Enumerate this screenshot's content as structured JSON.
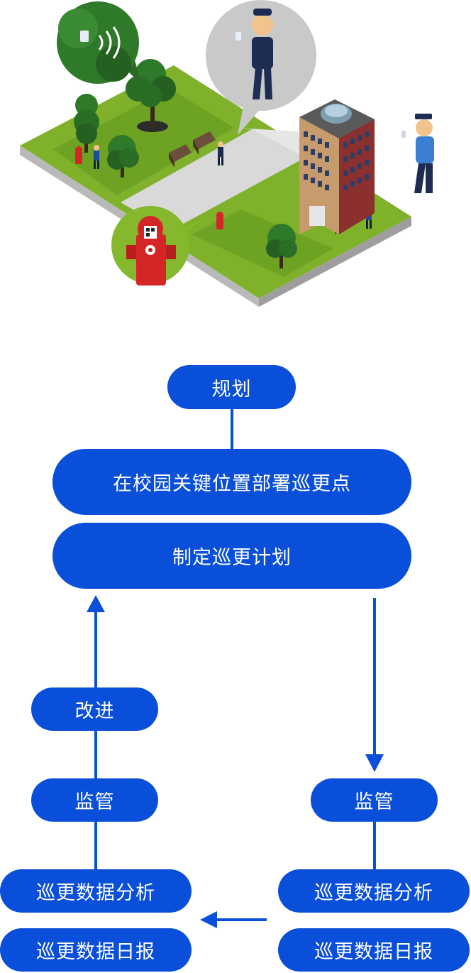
{
  "flow": {
    "plan": "规划",
    "deploy": "在校园关键位置部署巡更点",
    "schedule": "制定巡更计划",
    "improve": "改进",
    "supervise_left": "监管",
    "supervise_right": "监管",
    "analysis_left": "巡更数据分析",
    "report_left": "巡更数据日报",
    "analysis_right": "巡更数据分析",
    "report_right": "巡更数据日报"
  },
  "colors": {
    "accent": "#0a4fd9",
    "grass": "#8cbf2f",
    "road": "#d8d8d8"
  }
}
